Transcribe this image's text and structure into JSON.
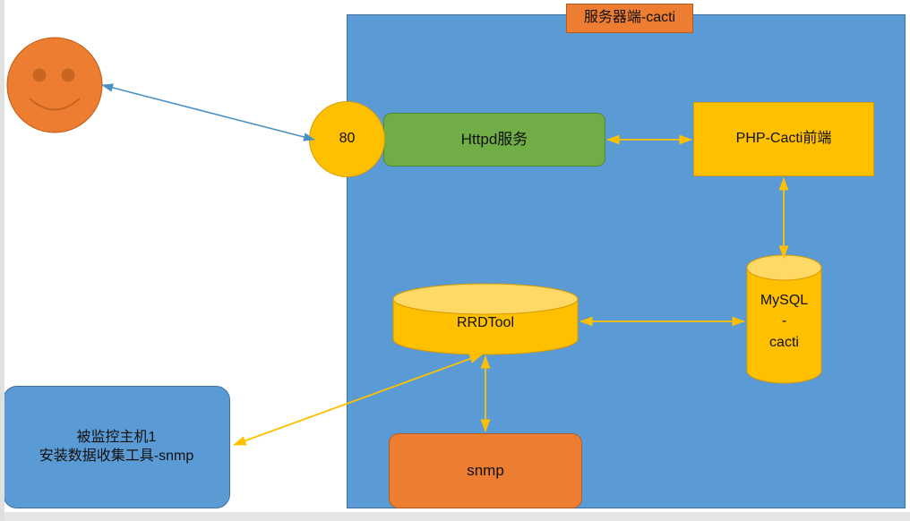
{
  "diagram": {
    "title": "服务器端-cacti",
    "nodes": {
      "client": {
        "name": "client-smiley",
        "label": ""
      },
      "port": {
        "label": "80"
      },
      "httpd": {
        "label": "Httpd服务"
      },
      "php_cacti": {
        "label": "PHP-Cacti前端"
      },
      "rrdtool": {
        "label": "RRDTool"
      },
      "mysql": {
        "line1": "MySQL",
        "line2": "-",
        "line3": "cacti"
      },
      "snmp": {
        "label": "snmp"
      },
      "monitored_host": {
        "line1": "被监控主机1",
        "line2": "安装数据收集工具-snmp"
      }
    },
    "colors": {
      "panel_blue": "#5b9bd5",
      "panel_border": "#41719c",
      "orange": "#ed7d31",
      "orange_border": "#b35c1e",
      "yellow": "#ffc000",
      "yellow_light": "#ffd966",
      "yellow_border": "#d79a00",
      "green": "#70ad47",
      "green_border": "#4e8a2c",
      "arrow_blue": "#4a90c4",
      "arrow_yellow": "#ffc000",
      "canvas_white": "#ffffff",
      "background_grey": "#e6e6e6"
    },
    "connectors": [
      {
        "name": "client-to-port",
        "from": "client",
        "to": "port",
        "color": "#4a90c4",
        "double_headed": true
      },
      {
        "name": "httpd-to-php",
        "from": "httpd",
        "to": "php_cacti",
        "color": "#ffc000",
        "double_headed": true
      },
      {
        "name": "php-to-mysql",
        "from": "php_cacti",
        "to": "mysql",
        "color": "#ffc000",
        "double_headed": true
      },
      {
        "name": "rrdtool-to-mysql",
        "from": "rrdtool",
        "to": "mysql",
        "color": "#ffc000",
        "double_headed": true
      },
      {
        "name": "rrdtool-to-snmp",
        "from": "rrdtool",
        "to": "snmp",
        "color": "#ffc000",
        "double_headed": true
      },
      {
        "name": "rrdtool-to-monitored-host",
        "from": "rrdtool",
        "to": "monitored_host",
        "color": "#ffc000",
        "double_headed": true
      }
    ]
  }
}
